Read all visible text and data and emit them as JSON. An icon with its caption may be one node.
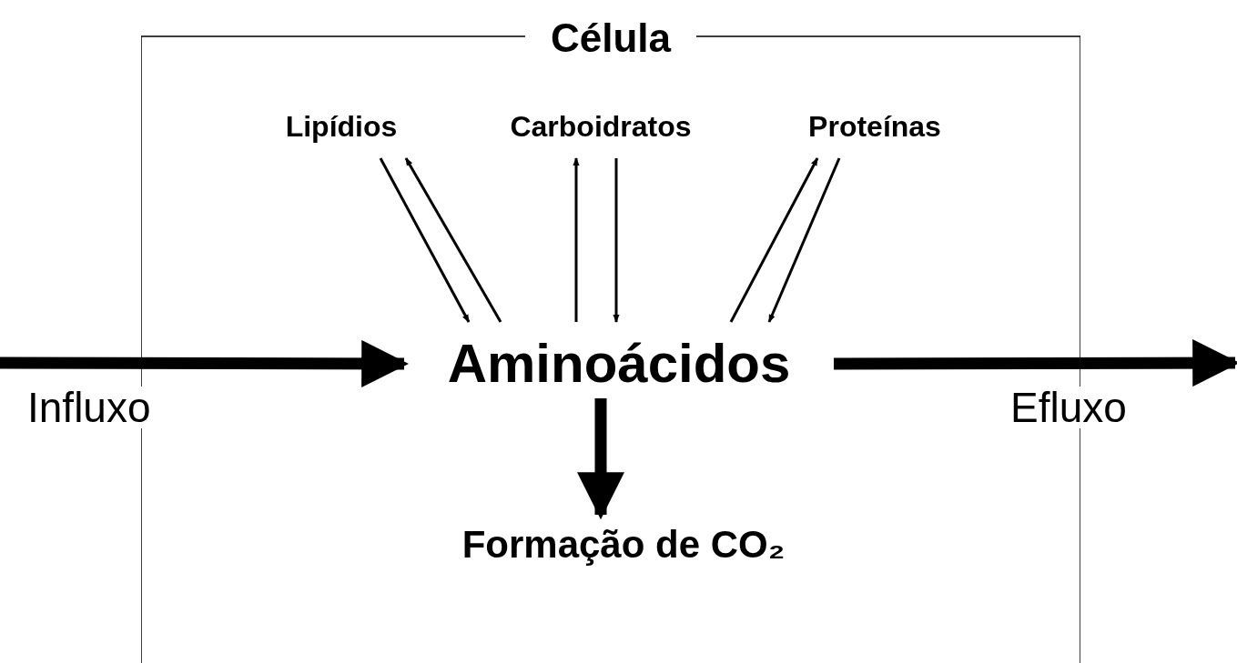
{
  "diagram": {
    "nodes": [
      {
        "text": [
          "Célula"
        ]
      },
      {
        "text": [
          "Lipídios"
        ],
        "in": 0
      },
      {
        "text": [
          "Carboidratos"
        ],
        "in": 0
      },
      {
        "text": [
          "Proteínas"
        ],
        "in": 0
      },
      {
        "text": [
          "Aminoácidos"
        ],
        "in": 0
      },
      {
        "text": [
          "Formação de CO₂"
        ],
        "in": 0
      }
    ],
    "edges": [
      {
        "from": null,
        "to": 4,
        "arrow": "to",
        "label": "Influxo",
        "style": "thick"
      },
      {
        "from": 1,
        "to": 4,
        "arrow": "to"
      },
      {
        "from": 4,
        "to": 1,
        "arrow": "to"
      },
      {
        "from": 4,
        "to": 2,
        "arrow": "to"
      },
      {
        "from": 2,
        "to": 4,
        "arrow": "to"
      },
      {
        "from": 4,
        "to": 3,
        "arrow": "to"
      },
      {
        "from": 3,
        "to": 4,
        "arrow": "to"
      },
      {
        "from": 4,
        "to": 5,
        "arrow": "to",
        "style": "thick"
      },
      {
        "from": 4,
        "to": null,
        "arrow": "to",
        "label": "Efluxo",
        "style": "thick"
      }
    ]
  }
}
